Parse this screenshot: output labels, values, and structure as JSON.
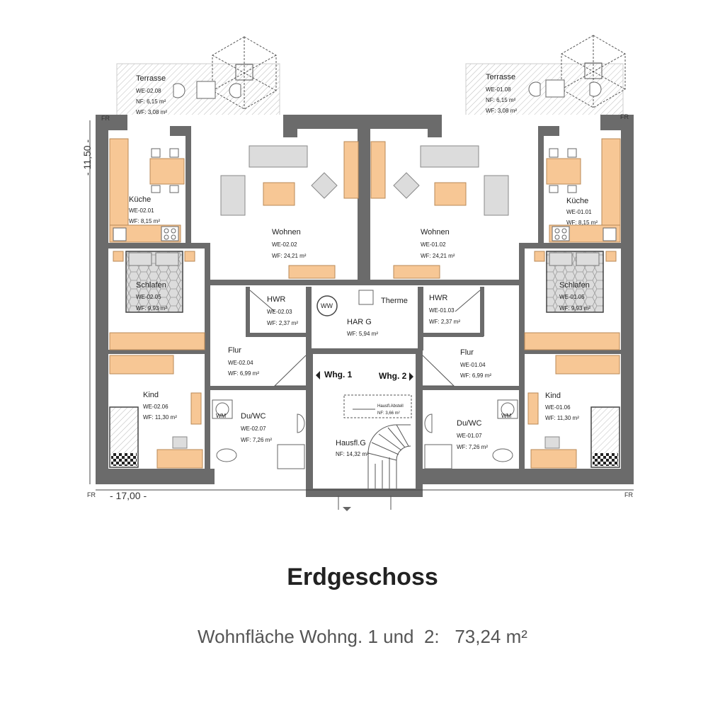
{
  "title": "Erdgeschoss",
  "subtitle": "Wohnfläche Wohng. 1 und  2:   73,24 m²",
  "dimensions": {
    "height": "- 11,50 -",
    "width": "- 17,00 -"
  },
  "fr_marker": "FR",
  "colors": {
    "wall": "#6b6b6b",
    "furniture": "#f7c795",
    "floor": "#ffffff",
    "terrace": "#ececec"
  },
  "rooms": {
    "terrace_left": {
      "name": "Terrasse",
      "id": "WE-02.08",
      "area1": "NF:  6,15 m²",
      "area2": "WF:  3,08 m²"
    },
    "terrace_right": {
      "name": "Terrasse",
      "id": "WE-01.08",
      "area1": "NF:  6,15 m²",
      "area2": "WF:  3,08 m²"
    },
    "kueche_left": {
      "name": "Küche",
      "id": "WE-02.01",
      "area": "WF: 8,15 m²"
    },
    "kueche_right": {
      "name": "Küche",
      "id": "WE-01.01",
      "area": "WF: 8,15 m²"
    },
    "wohnen_left": {
      "name": "Wohnen",
      "id": "WE-02.02",
      "area": "WF: 24,21 m²"
    },
    "wohnen_right": {
      "name": "Wohnen",
      "id": "WE-01.02",
      "area": "WF: 24,21 m²"
    },
    "schlafen_left": {
      "name": "Schlafen",
      "id": "WE-02.05",
      "area": "WF: 9,93 m²"
    },
    "schlafen_right": {
      "name": "Schlafen",
      "id": "WE-01.05",
      "area": "WF: 9,93 m²"
    },
    "hwr_left": {
      "name": "HWR",
      "id": "WE-02.03",
      "area": "WF: 2,37 m²"
    },
    "hwr_right": {
      "name": "HWR",
      "id": "WE-01.03",
      "area": "WF: 2,37 m²"
    },
    "har": {
      "name": "HAR G",
      "area": "WF: 5,94 m²"
    },
    "therme": {
      "name": "Therme"
    },
    "ww": {
      "name": "WW"
    },
    "flur_left": {
      "name": "Flur",
      "id": "WE-02.04",
      "area": "WF: 6,99 m²"
    },
    "flur_right": {
      "name": "Flur",
      "id": "WE-01.04",
      "area": "WF: 6,99 m²"
    },
    "kind_left": {
      "name": "Kind",
      "id": "WE-02.06",
      "area": "WF: 11,30 m²"
    },
    "kind_right": {
      "name": "Kind",
      "id": "WE-01.06",
      "area": "WF: 11,30 m²"
    },
    "duwc_left": {
      "name": "Du/WC",
      "id": "WE-02.07",
      "area": "WF: 7,26 m²"
    },
    "duwc_right": {
      "name": "Du/WC",
      "id": "WE-01.07",
      "area": "WF: 7,26 m²"
    },
    "hausflur": {
      "name": "Hausfl.G",
      "area": "NF: 14,32 m²"
    },
    "hausflur_abstell": {
      "name": "Hausfl.Abstell",
      "area": "NF:   3,66 m²"
    }
  },
  "whg_labels": {
    "left": "Whg. 1",
    "right": "Whg. 2"
  },
  "wm": "WM"
}
